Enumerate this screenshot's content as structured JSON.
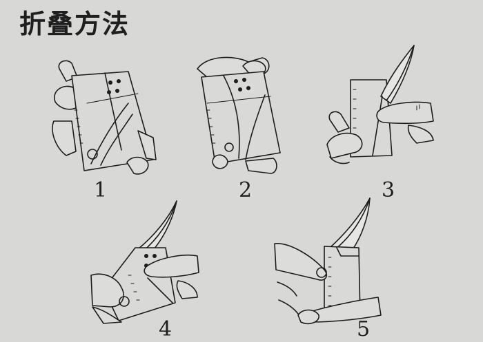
{
  "title": "折叠方法",
  "steps": [
    {
      "number": "1"
    },
    {
      "number": "2"
    },
    {
      "number": "3"
    },
    {
      "number": "4"
    },
    {
      "number": "5"
    }
  ]
}
